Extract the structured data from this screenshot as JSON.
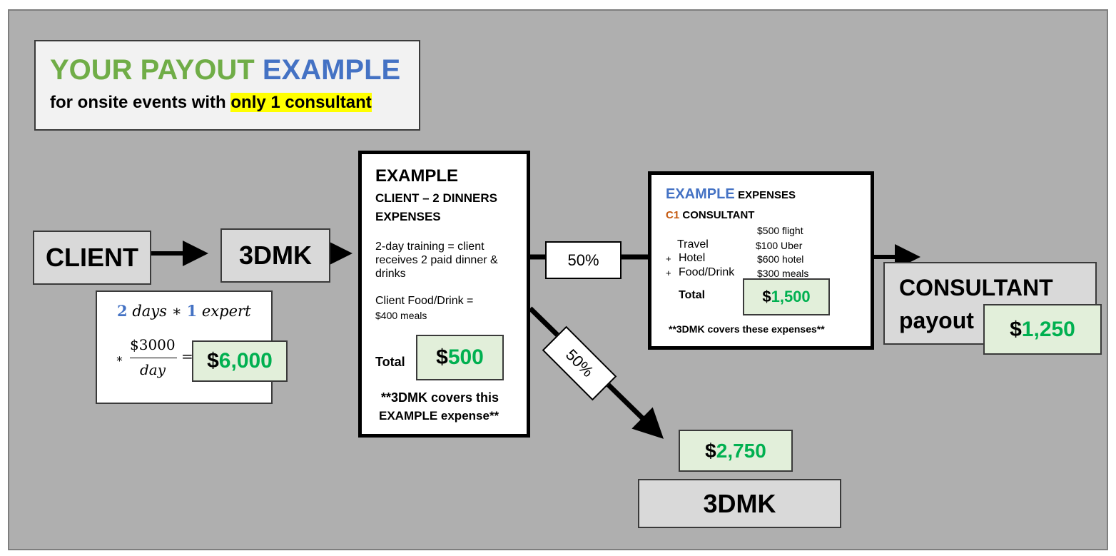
{
  "title": {
    "word1": "YOUR PAYOUT",
    "word2": "EXAMPLE",
    "sub_prefix": "for onsite events with",
    "sub_highlight": "only 1 consultant"
  },
  "nodes": {
    "client": "CLIENT",
    "dmk": "3DMK",
    "dmk_bottom": "3DMK",
    "consultant_line1": "CONSULTANT",
    "consultant_line2": "payout"
  },
  "calc": {
    "days_num": "2",
    "days_label": "days",
    "times": "∗",
    "expert_num": "1",
    "expert_label": "expert",
    "star": "∗",
    "rate": "$3000",
    "per": "day",
    "equals": "=",
    "result_symbol": "$",
    "result_value": "6,000"
  },
  "client_expenses": {
    "heading": "EXAMPLE",
    "sub1": "CLIENT – 2 DINNERS",
    "sub2": "EXPENSES",
    "desc1": "2-day training = client",
    "desc2": "receives 2 paid dinner &",
    "desc3": "drinks",
    "food1": "Client Food/Drink =",
    "food2": "$400 meals",
    "total_label": "Total",
    "total_symbol": "$",
    "total_value": "500",
    "note1": "**3DMK covers this",
    "note2": "EXAMPLE expense**"
  },
  "split": {
    "upper_pct": "50%",
    "lower_pct": "50%"
  },
  "consultant_expenses": {
    "heading_big": "EXAMPLE",
    "heading_small": "EXPENSES",
    "c1_code": "C1",
    "c1_label": "CONSULTANT",
    "rows": [
      {
        "prefix": "",
        "item": "",
        "amount": "$500 flight"
      },
      {
        "prefix": "",
        "item": "Travel",
        "amount": "$100 Uber"
      },
      {
        "prefix": "+",
        "item": "Hotel",
        "amount": "$600 hotel"
      },
      {
        "prefix": "+",
        "item": "Food/Drink",
        "amount": "$300 meals"
      }
    ],
    "total_label": "Total",
    "total_symbol": "$",
    "total_value": "1,500",
    "note": "**3DMK covers these expenses**"
  },
  "payouts": {
    "consultant_symbol": "$",
    "consultant_value": "1,250",
    "dmk_symbol": "$",
    "dmk_value": "2,750"
  },
  "colors": {
    "green_title": "#70ad47",
    "blue_title": "#4472c4",
    "money_green": "#00b050",
    "money_bg": "#e2efda",
    "node_gray": "#d9d9d9",
    "highlight": "#ffff00"
  }
}
